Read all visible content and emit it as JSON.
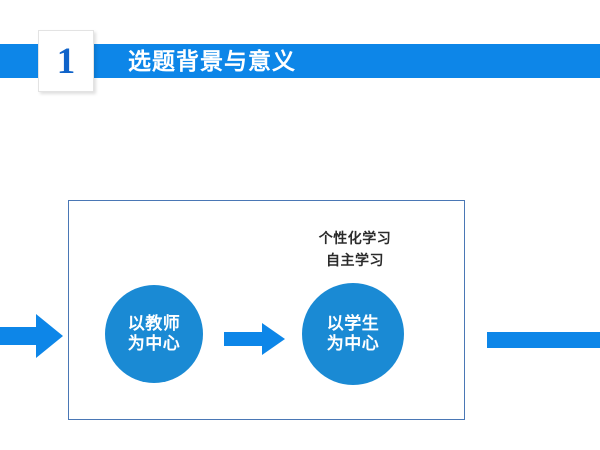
{
  "slide": {
    "background_color": "#ffffff",
    "header": {
      "bar_color": "#0d86e8",
      "number": "1",
      "number_color": "#1063c9",
      "title": "选题背景与意义",
      "title_color": "#ffffff"
    },
    "diagram": {
      "panel_border_color": "#4a77b5",
      "circle_color": "#1a8ad4",
      "arrow_color": "#0d86e8",
      "label_color": "#2b2b2b",
      "circles": [
        {
          "name": "teacher-centered",
          "line1": "以教师",
          "line2": "为中心"
        },
        {
          "name": "student-centered",
          "line1": "以学生",
          "line2": "为中心"
        }
      ],
      "tags": [
        "个性化学习",
        "自主学习"
      ],
      "arrows": {
        "incoming_left": "arrow-right",
        "middle": "arrow-right",
        "outgoing_right": "arrow-shaft"
      }
    }
  }
}
